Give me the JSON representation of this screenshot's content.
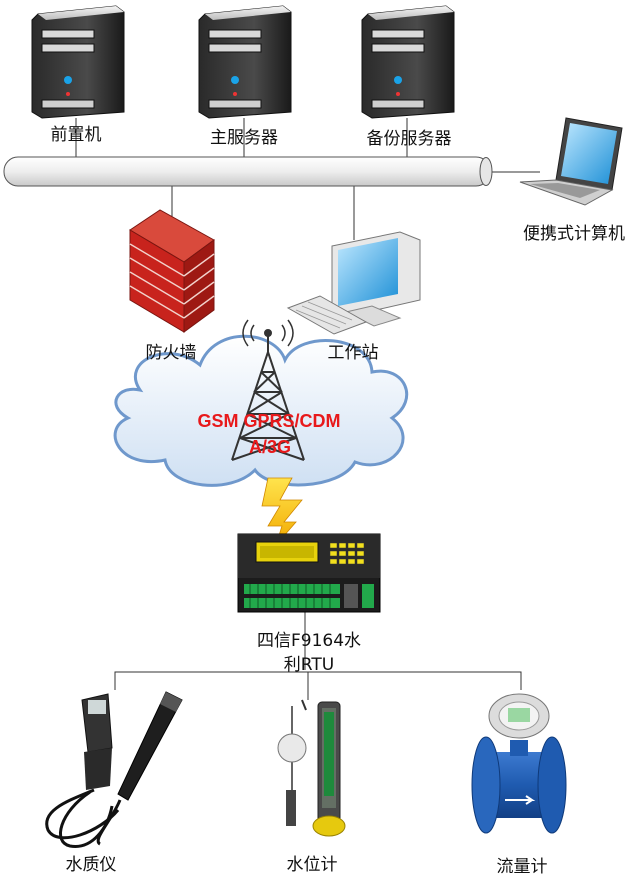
{
  "nodes": {
    "front_end": "前置机",
    "main_server": "主服务器",
    "backup_server": "备份服务器",
    "laptop": "便携式计算机",
    "firewall": "防火墙",
    "workstation": "工作站",
    "rtu_line1": "四信F9164水",
    "rtu_line2": "利RTU",
    "water_quality": "水质仪",
    "water_level": "水位计",
    "flow_meter": "流量计"
  },
  "network": {
    "line1": "GSM  GPRS/CDM",
    "line2": "A/3G"
  },
  "colors": {
    "network_text": "#e8191b",
    "bus": "#f1f1f1",
    "firewall_brick": "#c8231d",
    "flow_meter_body": "#1d56a6"
  }
}
